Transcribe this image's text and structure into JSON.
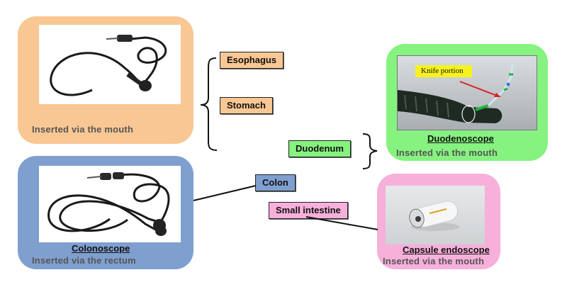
{
  "colors": {
    "upper_gi": "#f9c793",
    "duodenum": "#86f27f",
    "colon": "#7f9fcf",
    "small_intestine": "#f6b0da",
    "knife_label_bg": "#f7f21e",
    "knife_arrow": "#e02020"
  },
  "panels": {
    "gastroscope": {
      "title": "",
      "caption": "Inserted via the mouth"
    },
    "duodenoscope": {
      "title": "Duodenoscope",
      "caption": "Inserted via the mouth",
      "annotation": "Knife portion"
    },
    "colonoscope": {
      "title": "Colonoscope",
      "caption": "Inserted via the rectum"
    },
    "capsule": {
      "title": "Capsule endoscope",
      "caption": "Inserted via the mouth"
    }
  },
  "organs": {
    "esophagus": "Esophagus",
    "stomach": "Stomach",
    "duodenum": "Duodenum",
    "colon": "Colon",
    "small_intestine": "Small intestine"
  }
}
